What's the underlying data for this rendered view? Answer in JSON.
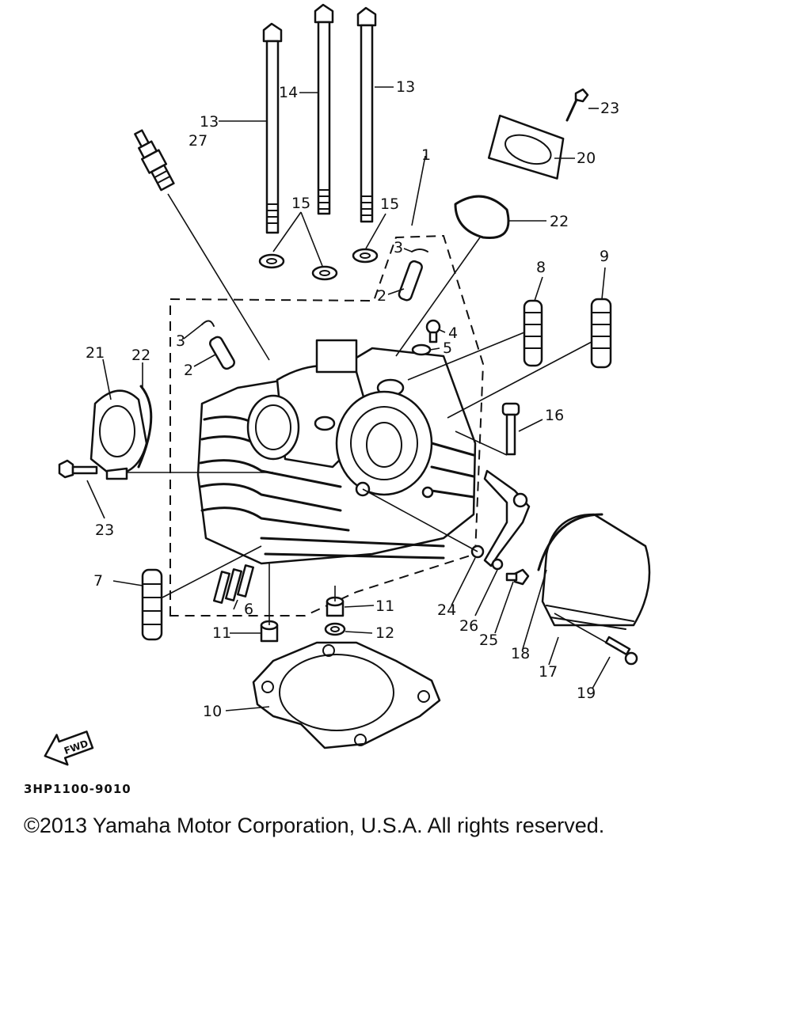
{
  "diagram": {
    "part_code": "3HP1100-9010",
    "copyright": "©2013 Yamaha Motor Corporation, U.S.A. All rights reserved.",
    "fwd_label": "FWD",
    "callouts": {
      "c1": "1",
      "c2a": "2",
      "c2b": "2",
      "c3a": "3",
      "c3b": "3",
      "c4": "4",
      "c5": "5",
      "c6": "6",
      "c7": "7",
      "c8": "8",
      "c9": "9",
      "c10": "10",
      "c11a": "11",
      "c11b": "11",
      "c12": "12",
      "c13a": "13",
      "c13b": "13",
      "c14": "14",
      "c15a": "15",
      "c15b": "15",
      "c16": "16",
      "c17": "17",
      "c18": "18",
      "c19": "19",
      "c20": "20",
      "c21": "21",
      "c22a": "22",
      "c22b": "22",
      "c23a": "23",
      "c23b": "23",
      "c24": "24",
      "c25": "25",
      "c26": "26",
      "c27": "27"
    }
  }
}
